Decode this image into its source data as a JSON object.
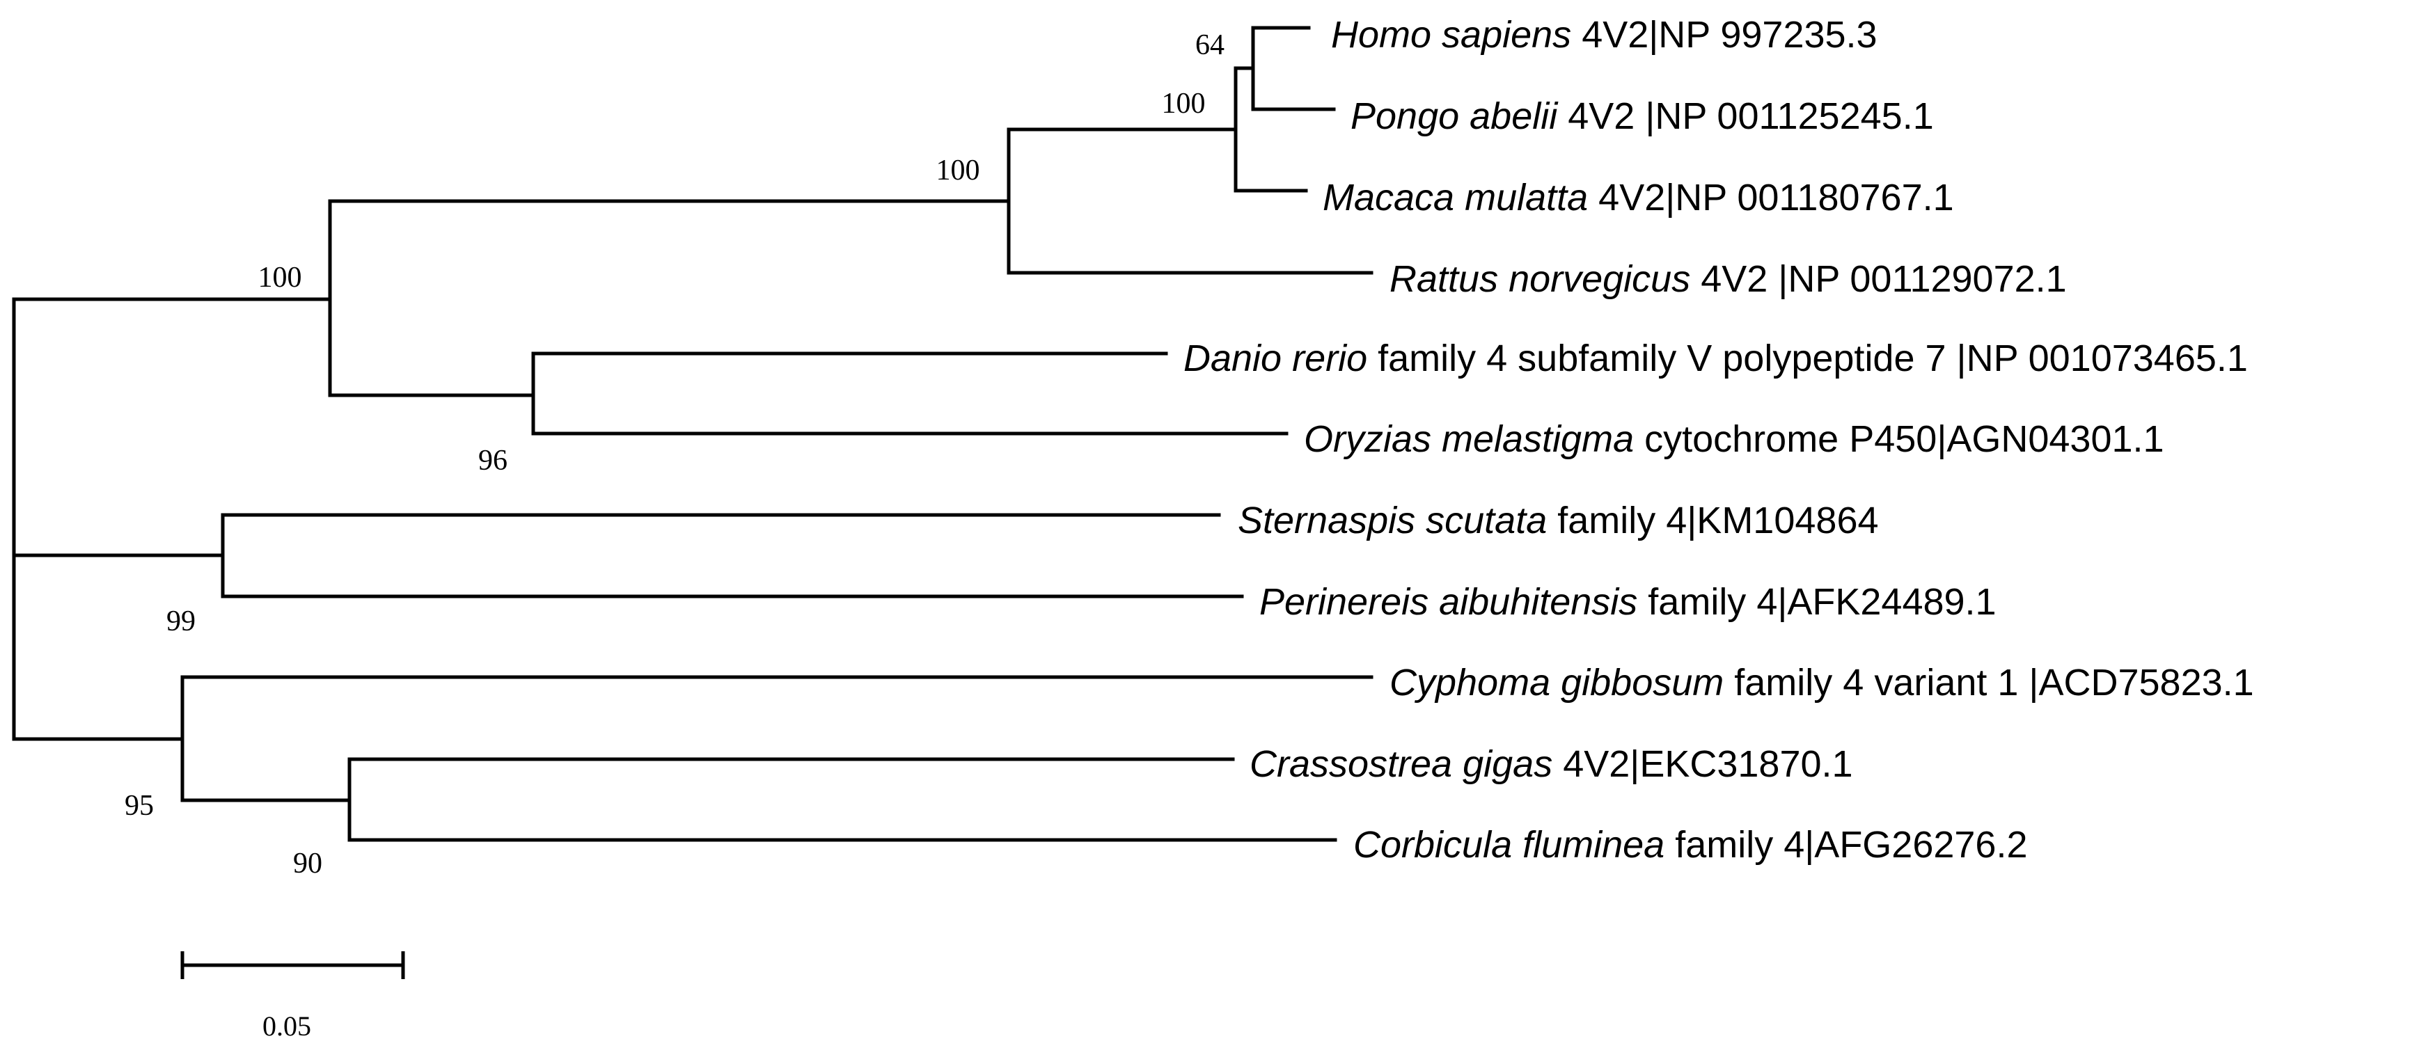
{
  "tree": {
    "leaves": [
      {
        "species": "Homo sapiens",
        "label": " 4V2|NP 997235.3"
      },
      {
        "species": "Pongo abelii",
        "label": " 4V2 |NP 001125245.1"
      },
      {
        "species": "Macaca mulatta",
        "label": " 4V2|NP 001180767.1"
      },
      {
        "species": "Rattus norvegicus",
        "label": " 4V2 |NP 001129072.1"
      },
      {
        "species": "Danio rerio",
        "label": " family 4 subfamily V polypeptide 7 |NP 001073465.1"
      },
      {
        "species": "Oryzias melastigma",
        "label": " cytochrome P450|AGN04301.1"
      },
      {
        "species": "Sternaspis scutata",
        "label": " family 4|KM104864"
      },
      {
        "species": "Perinereis aibuhitensis",
        "label": " family 4|AFK24489.1"
      },
      {
        "species": "Cyphoma gibbosum",
        "label": " family 4 variant 1 |ACD75823.1"
      },
      {
        "species": "Crassostrea gigas",
        "label": " 4V2|EKC31870.1"
      },
      {
        "species": "Corbicula fluminea",
        "label": " family 4|AFG26276.2"
      }
    ],
    "bootstrap": {
      "homo_pongo": "64",
      "great_apes": "100",
      "mammals": "100",
      "vertebrates": "100",
      "fish": "96",
      "annelids": "99",
      "molluscs": "95",
      "bivalves": "90"
    },
    "scale_bar": "0.05"
  }
}
